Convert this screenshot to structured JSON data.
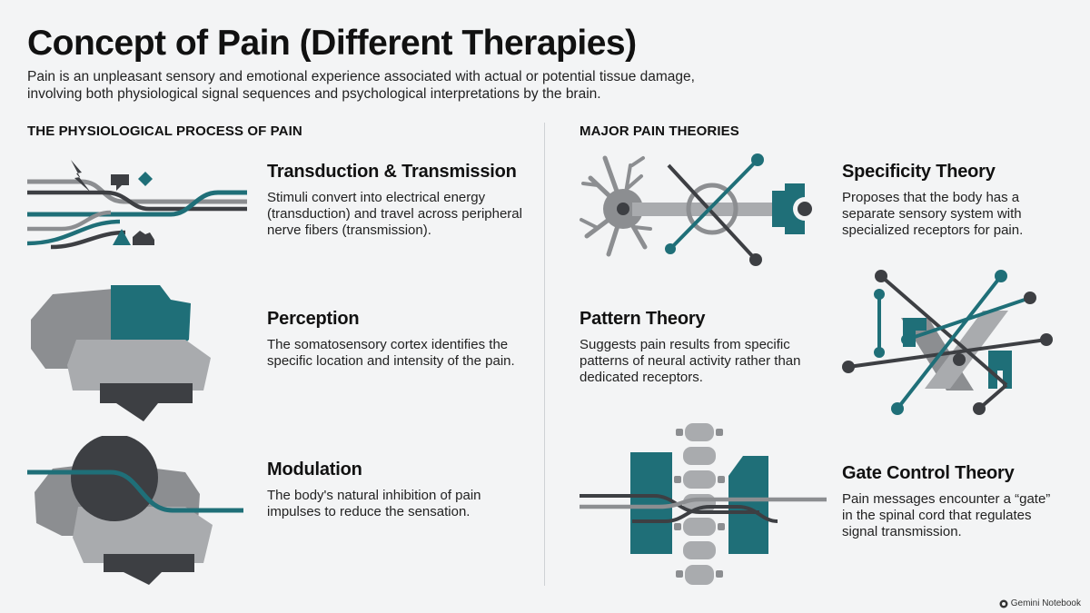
{
  "title": "Concept of Pain (Different Therapies)",
  "intro": "Pain is an unpleasant sensory and emotional experience associated with actual or potential tissue damage, involving both physiological signal sequences and psychological interpretations by the brain.",
  "left": {
    "heading": "THE PHYSIOLOGICAL PROCESS OF PAIN",
    "items": [
      {
        "title": "Transduction & Transmission",
        "text": "Stimuli convert into electrical energy (transduction) and travel across peripheral nerve fibers (transmission).",
        "icon": "nerve-signal-icon"
      },
      {
        "title": "Perception",
        "text": "The somatosensory cortex identifies the specific location and intensity of the pain.",
        "icon": "brain-icon"
      },
      {
        "title": "Modulation",
        "text": "The body's natural inhibition of pain impulses to reduce the sensation.",
        "icon": "brain-modulation-icon"
      }
    ]
  },
  "right": {
    "heading": "MAJOR PAIN THEORIES",
    "items": [
      {
        "title": "Specificity Theory",
        "text": "Proposes that the body has a separate sensory system with specialized receptors for pain.",
        "icon": "neuron-receptor-icon"
      },
      {
        "title": "Pattern Theory",
        "text": "Suggests pain results from specific patterns of neural activity rather than dedicated receptors.",
        "icon": "neural-pattern-icon"
      },
      {
        "title": "Gate Control Theory",
        "text": "Pain messages encounter a “gate” in the spinal cord that regulates signal transmission.",
        "icon": "spinal-gate-icon"
      }
    ]
  },
  "watermark": "Gemini Notebook",
  "colors": {
    "teal": "#1f6f78",
    "dark": "#3d3f43",
    "gray": "#8c8e91",
    "light_gray": "#a9abae",
    "background": "#f3f4f5"
  }
}
